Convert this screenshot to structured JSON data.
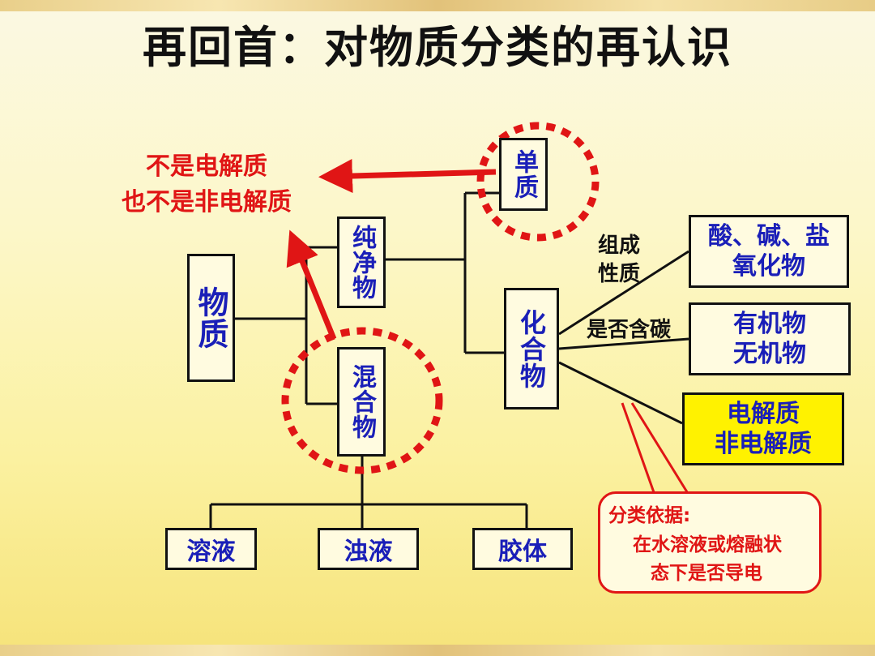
{
  "slide": {
    "title": "再回首：对物质分类的再认识"
  },
  "nodes": {
    "matter": "物质",
    "pure": "纯净物",
    "mixture": "混合物",
    "element": "单质",
    "compound": "化合物",
    "solution": "溶液",
    "suspension": "浊液",
    "colloid": "胶体"
  },
  "categories": {
    "acid_base_salt": {
      "line1": "酸、碱、盐",
      "line2": "氧化物"
    },
    "organic": {
      "line1": "有机物",
      "line2": "无机物"
    },
    "electrolyte": {
      "line1": "电解质",
      "line2": "非电解质"
    }
  },
  "criteria": {
    "composition_line1": "组成",
    "composition_line2": "性质",
    "carbon": "是否含碳"
  },
  "notes": {
    "neither_line1": "不是电解质",
    "neither_line2": "也不是非电解质",
    "basis_title": "分类依据:",
    "basis_line1": "在水溶液或熔融状",
    "basis_line2": "态下是否导电"
  },
  "colors": {
    "accent_red": "#e01515",
    "node_text_blue": "#1a1fb8",
    "highlight_yellow": "#fff200"
  }
}
